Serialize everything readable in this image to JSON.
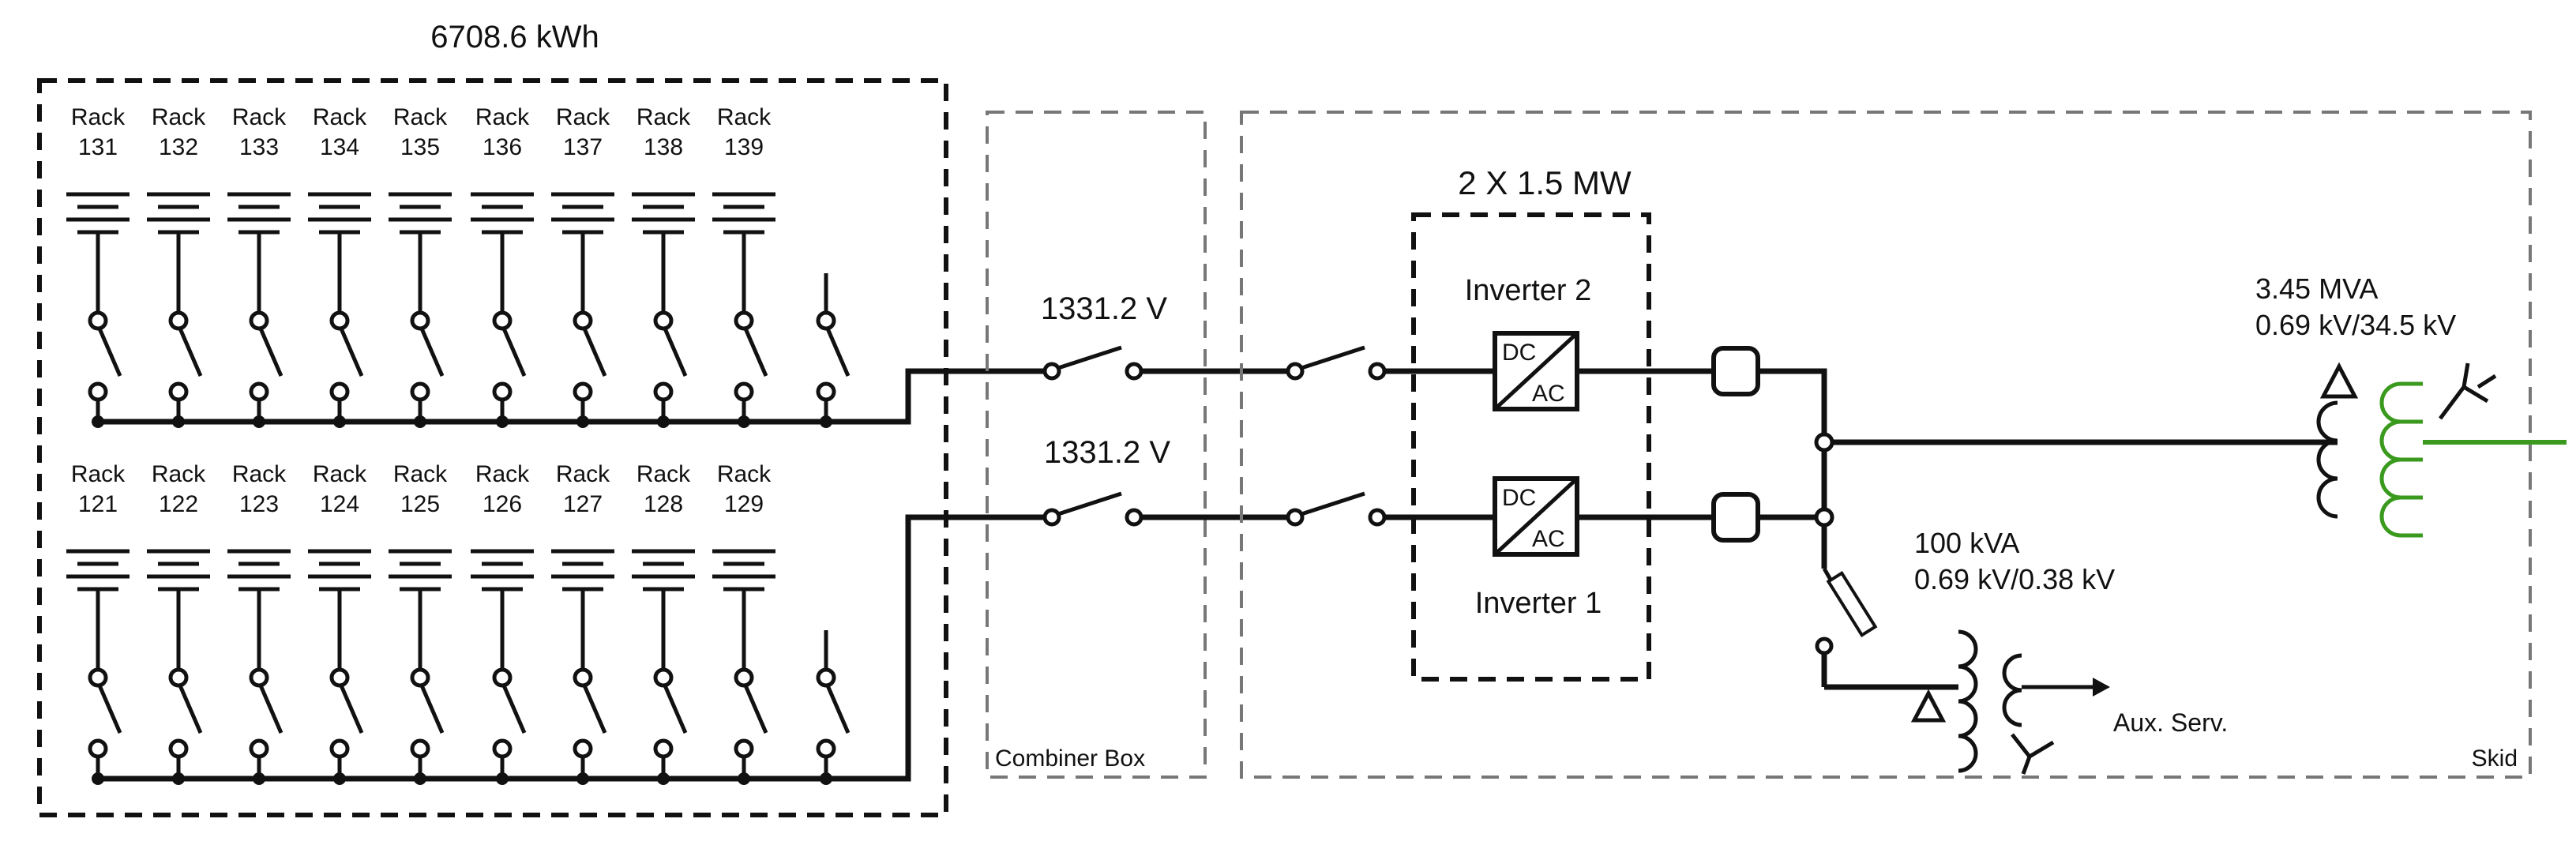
{
  "diagram": {
    "battery_energy": "6708.6 kWh",
    "upper_racks": [
      {
        "word": "Rack",
        "num": "131"
      },
      {
        "word": "Rack",
        "num": "132"
      },
      {
        "word": "Rack",
        "num": "133"
      },
      {
        "word": "Rack",
        "num": "134"
      },
      {
        "word": "Rack",
        "num": "135"
      },
      {
        "word": "Rack",
        "num": "136"
      },
      {
        "word": "Rack",
        "num": "137"
      },
      {
        "word": "Rack",
        "num": "138"
      },
      {
        "word": "Rack",
        "num": "139"
      }
    ],
    "lower_racks": [
      {
        "word": "Rack",
        "num": "121"
      },
      {
        "word": "Rack",
        "num": "122"
      },
      {
        "word": "Rack",
        "num": "123"
      },
      {
        "word": "Rack",
        "num": "124"
      },
      {
        "word": "Rack",
        "num": "125"
      },
      {
        "word": "Rack",
        "num": "126"
      },
      {
        "word": "Rack",
        "num": "127"
      },
      {
        "word": "Rack",
        "num": "128"
      },
      {
        "word": "Rack",
        "num": "129"
      }
    ],
    "combiner_box": {
      "label": "Combiner Box",
      "voltage_upper": "1331.2 V",
      "voltage_lower": "1331.2 V"
    },
    "inverter_group": {
      "rating": "2 X 1.5 MW",
      "inverter_upper": "Inverter 2",
      "inverter_lower": "Inverter 1",
      "dc_label": "DC",
      "ac_label": "AC"
    },
    "main_transformer": {
      "rating": "3.45 MVA",
      "voltage": "0.69 kV/34.5 kV"
    },
    "aux_transformer": {
      "rating": "100 kVA",
      "voltage": "0.69 kV/0.38 kV",
      "output_label": "Aux. Serv."
    },
    "skid_label": "Skid",
    "colors": {
      "line": "#111111",
      "transformer_hv": "#3a9a1e",
      "dashed_bold": "#111111",
      "dashed_grey": "#777777"
    }
  }
}
